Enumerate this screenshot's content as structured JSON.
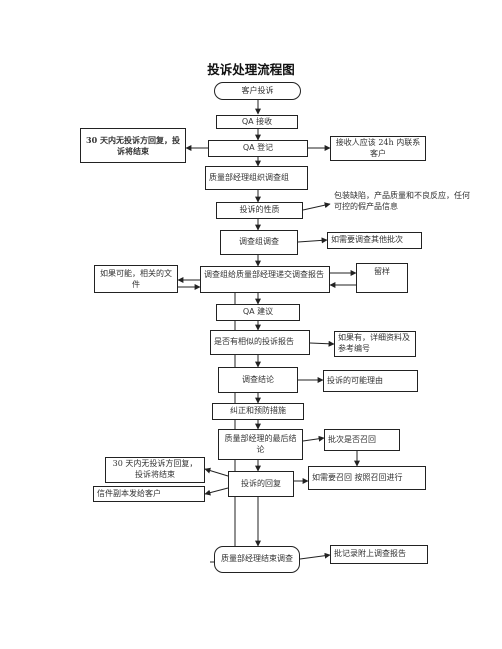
{
  "title": "投诉处理流程图",
  "main": {
    "customer_complaint": "客户投诉",
    "qa_receive": "QA 接收",
    "qa_register": "QA 登记",
    "quality_manager_team": "质量部经理组织调查组",
    "complaint_nature": "投诉的性质",
    "team_investigation": "调查组调查",
    "submit_report": "调查组给质量部经理递交调查报告",
    "qa_suggestion": "QA 建议",
    "similar_report": "是否有相似的投诉报告",
    "conclusion": "调查结论",
    "corrective_actions": "纠正和预防措施",
    "final_conclusion": "质量部经理的最后结论",
    "complaint_reply": "投诉的回复",
    "close_investigation": "质量部经理结束调查"
  },
  "side": {
    "no_reply_30_days_top": "30 天内无投诉方回复，投诉将结束",
    "contact_24h": "接收人应该 24h 内联系客户",
    "nature_note": "包装缺陷，产品质量和不良反应，任何可控的假产品信息",
    "other_batches": "如需要调查其他批次",
    "related_docs": "如果可能，相关的文件",
    "retained_sample": "留样",
    "similar_note": "如果有，详细资料及参考编号",
    "possible_reason": "投诉的可能理由",
    "batch_recall": "批次是否召回",
    "recall_note": "如需要召回  按照召回进行",
    "no_reply_30_days_bottom": "30 天内无投诉方回复，投诉将结束",
    "letter_copy": "信件副本发给客户",
    "attach_report": "批记录附上调查报告"
  },
  "colors": {
    "line": "#222222",
    "text": "#333333",
    "title": "#111111"
  }
}
